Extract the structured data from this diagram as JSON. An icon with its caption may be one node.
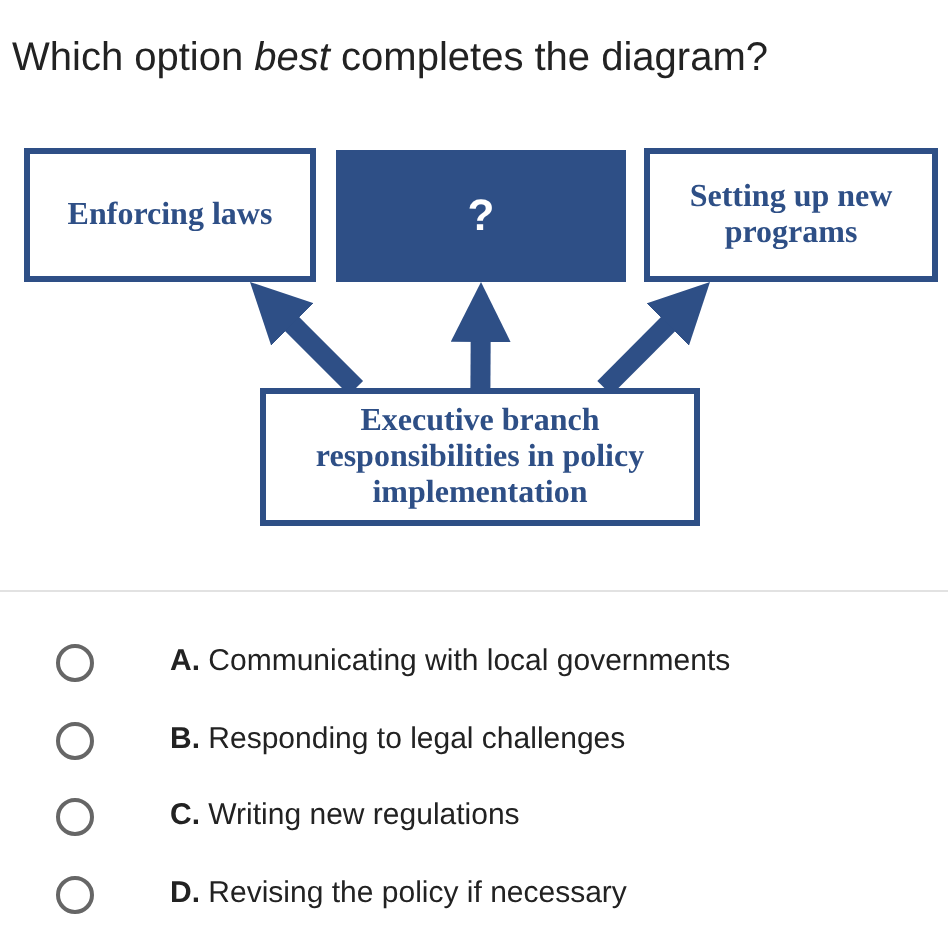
{
  "diagram": {
    "title": "Which option *best* completes the diagram?",
    "nodes": [
      {
        "text": [
          "Enforcing laws"
        ]
      },
      {
        "text": [
          "?"
        ]
      },
      {
        "text": [
          "Setting up new programs"
        ]
      },
      {
        "text": [
          "Executive branch responsibilities in policy implementation"
        ]
      }
    ],
    "edges": [
      {
        "from": 3,
        "to": 0,
        "arrow": "to"
      },
      {
        "from": 3,
        "to": 1,
        "arrow": "to"
      },
      {
        "from": 3,
        "to": 2,
        "arrow": "to"
      }
    ],
    "labels": [
      "**A.** Communicating with local governments",
      "**B.** Responding to legal challenges",
      "**C.** Writing new regulations",
      "**D.** Revising the policy if necessary"
    ]
  }
}
